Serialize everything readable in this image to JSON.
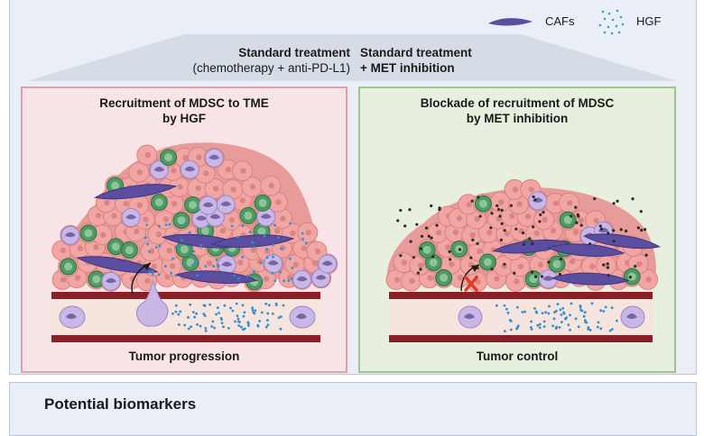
{
  "legend": {
    "cafs_label": "CAFs",
    "hgf_label": "HGF"
  },
  "branches": {
    "left": {
      "title": "Standard treatment",
      "subtitle": "(chemotherapy + anti-PD-L1)"
    },
    "right": {
      "title": "Standard treatment",
      "subtitle": "+ MET inhibition"
    }
  },
  "panels": {
    "left": {
      "title_line1": "Recruitment of MDSC to TME",
      "title_line2": "by HGF",
      "caption": "Tumor progression"
    },
    "right": {
      "title_line1": "Blockade of recruitment of MDSC",
      "title_line2": "by MET inhibition",
      "caption": "Tumor control"
    }
  },
  "biomarkers": {
    "title": "Potential biomarkers"
  },
  "colors": {
    "tumor_cell": "#f2a6a3",
    "mdsc": "#c9b8e6",
    "t_cell": "#4f9a62",
    "caf": "#5b4ea0",
    "hgf": "#2f8fd1",
    "vessel_wall": "#8b1f28",
    "blood": "#f6e4de"
  }
}
